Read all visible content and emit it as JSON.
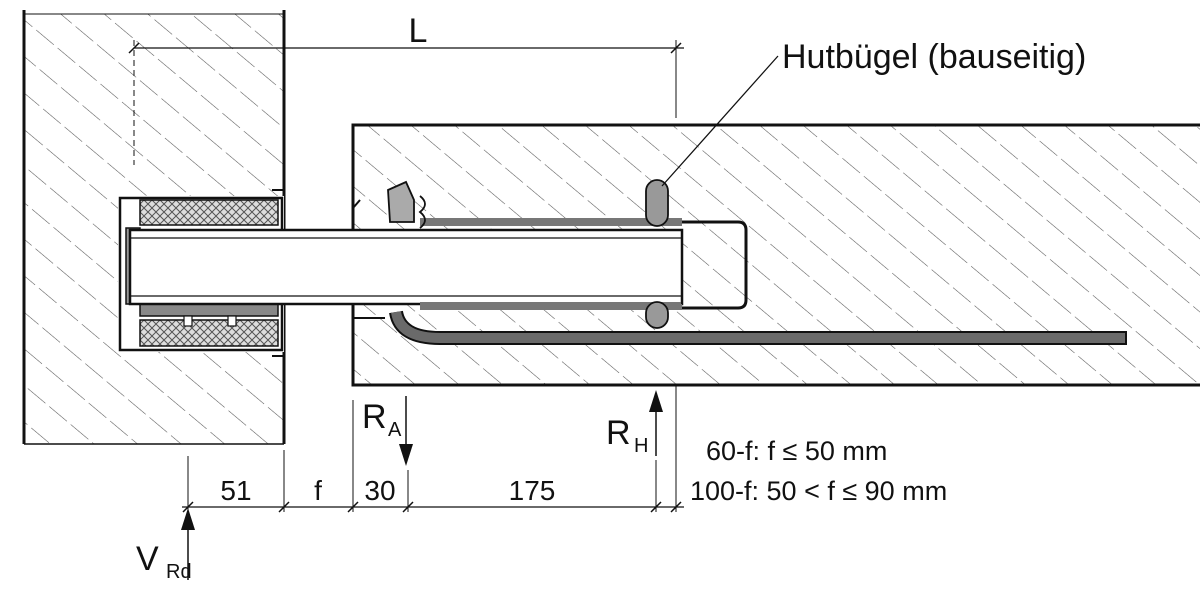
{
  "labels": {
    "L": "L",
    "hutbuegel": "Hutbügel (bauseitig)",
    "RA": "R",
    "RA_sub": "A",
    "RH": "R",
    "RH_sub": "H",
    "VRd": "V",
    "VRd_sub": "Rd"
  },
  "dimensions": {
    "d51": "51",
    "df": "f",
    "d30": "30",
    "d175": "175"
  },
  "notes": {
    "note1": "60-f: f ≤ 50 mm",
    "note2": "100-f: 50 < f ≤ 90 mm"
  },
  "colors": {
    "line": "#111111",
    "hatch": "#444444",
    "bar": "#6a6a6a",
    "insulation": "#bdbdbd"
  }
}
